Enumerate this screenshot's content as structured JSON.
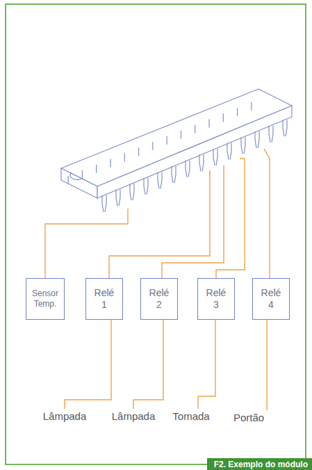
{
  "diagram": {
    "caption": "F2. Exemplo do módulo",
    "nodes": [
      {
        "text": [
          "Sensor Temp."
        ]
      },
      {
        "text": [
          "Relé 1"
        ]
      },
      {
        "text": [
          "Relé 2"
        ]
      },
      {
        "text": [
          "Relé 3"
        ]
      },
      {
        "text": [
          "Relé 4"
        ]
      }
    ],
    "labels": [
      "Lâmpada",
      "Lâmpada",
      "Tomada",
      "Portão"
    ]
  }
}
